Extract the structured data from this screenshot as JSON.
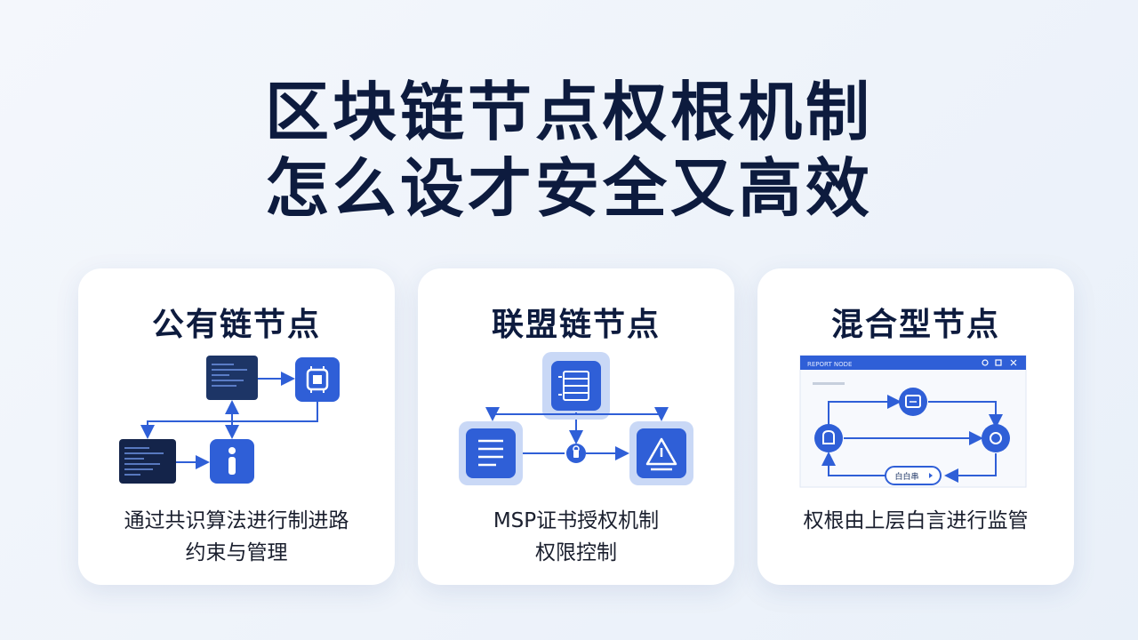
{
  "title": {
    "line1": "区块链节点权根机制",
    "line2": "怎么设才安全又高效"
  },
  "cards": [
    {
      "title": "公有链节点",
      "desc_line1": "通过共识算法进行制进路",
      "desc_line2": "约束与管理"
    },
    {
      "title": "联盟链节点",
      "desc_line1": "MSP证书授权机制",
      "desc_line2": "权限控制"
    },
    {
      "title": "混合型节点",
      "desc_line1": "权根由上层白言进行监管",
      "desc_line2": "",
      "window_title": "REPORT NODE",
      "pill_label": "白白串"
    }
  ],
  "colors": {
    "accent": "#2f5fd7",
    "accent_light": "#c9d8f6",
    "dark_panel": "#1d3566",
    "title": "#0d1b3e"
  }
}
